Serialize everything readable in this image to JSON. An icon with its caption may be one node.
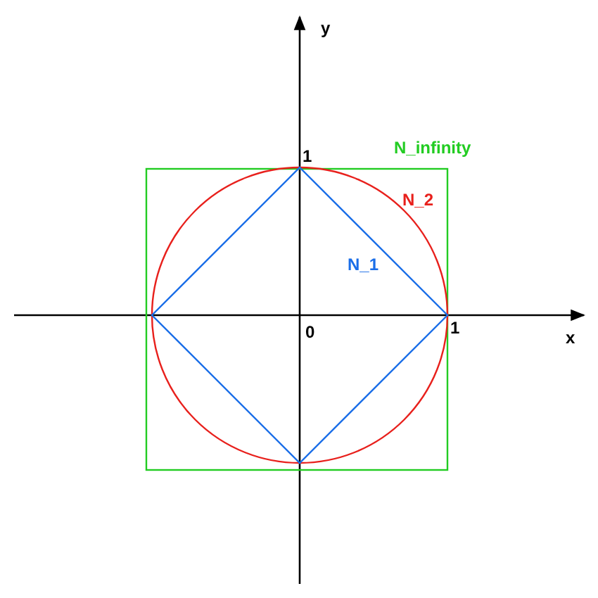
{
  "diagram": {
    "labels": [
      "y",
      "1",
      "N_infinity",
      "N_2",
      "N_1",
      "0",
      "1",
      "x"
    ]
  }
}
